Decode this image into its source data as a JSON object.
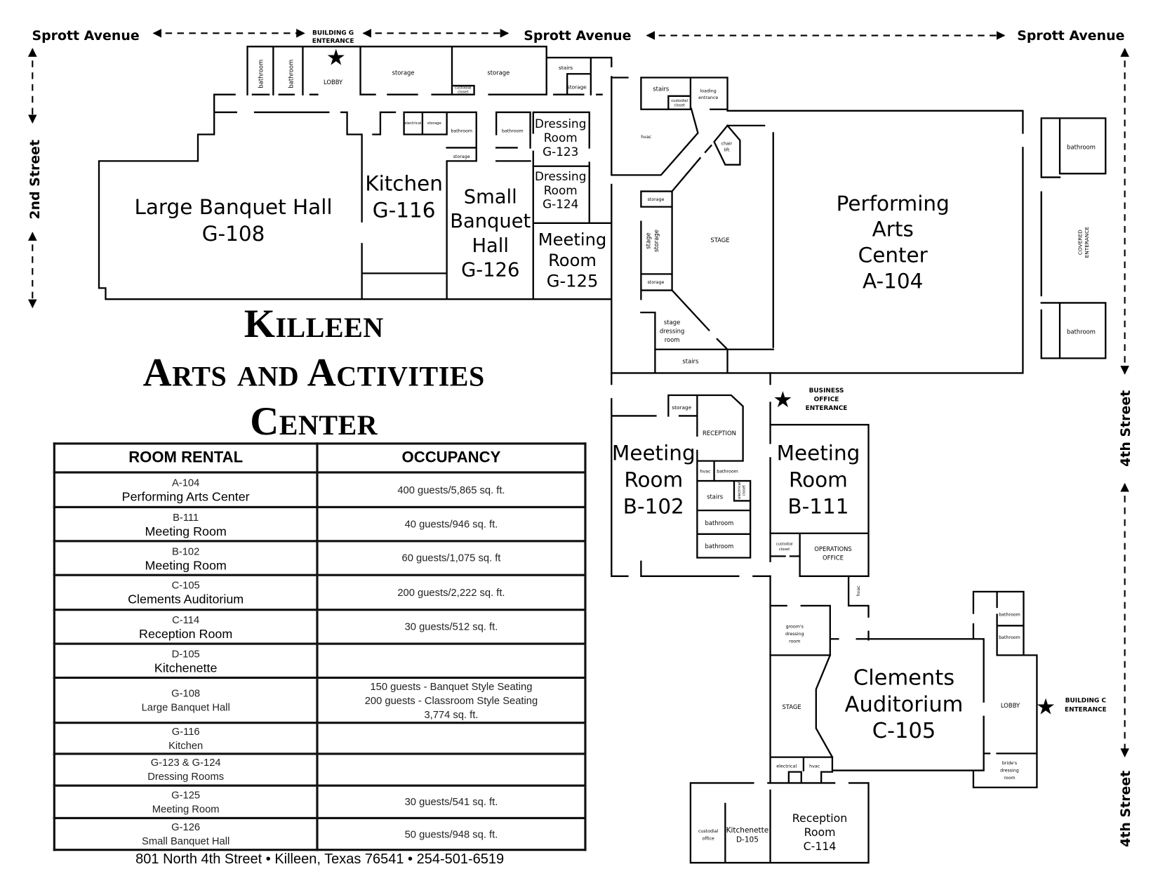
{
  "streets": {
    "top_left": "Sprott Avenue",
    "top_center": "Sprott Avenue",
    "top_right": "Sprott Avenue",
    "left": "2nd Street",
    "right_upper": "4th Street",
    "right_lower": "4th Street"
  },
  "entrances": {
    "building_g": [
      "BUILDING G",
      "ENTERANCE"
    ],
    "business_office": [
      "BUSINESS",
      "OFFICE",
      "ENTERANCE"
    ],
    "building_c": [
      "BUILDING C",
      "ENTERANCE"
    ],
    "icon": "star-icon"
  },
  "title": {
    "line1": "Killeen",
    "line2": "Arts and Activities",
    "line3": "Center"
  },
  "rooms": [
    {
      "lines": [
        "Large Banquet Hall",
        "G-108"
      ]
    },
    {
      "lines": [
        "Kitchen",
        "G-116"
      ]
    },
    {
      "lines": [
        "Small",
        "Banquet",
        "Hall",
        "G-126"
      ]
    },
    {
      "lines": [
        "Dressing",
        "Room",
        "G-123"
      ]
    },
    {
      "lines": [
        "Dressing",
        "Room",
        "G-124"
      ]
    },
    {
      "lines": [
        "Meeting",
        "Room",
        "G-125"
      ]
    },
    {
      "lines": [
        "Performing",
        "Arts",
        "Center",
        "A-104"
      ]
    },
    {
      "lines": [
        "Meeting",
        "Room",
        "B-102"
      ]
    },
    {
      "lines": [
        "Meeting",
        "Room",
        "B-111"
      ]
    },
    {
      "lines": [
        "Clements",
        "Auditorium",
        "C-105"
      ]
    },
    {
      "lines": [
        "Reception",
        "Room",
        "C-114"
      ]
    },
    {
      "lines": [
        "Kitchenette",
        "D-105"
      ]
    }
  ],
  "labels": [
    {
      "lines": [
        "bathroom"
      ]
    },
    {
      "lines": [
        "bathroom"
      ]
    },
    {
      "lines": [
        "LOBBY"
      ]
    },
    {
      "lines": [
        "storage"
      ]
    },
    {
      "lines": [
        "storage"
      ]
    },
    {
      "lines": [
        "custodial",
        "closet"
      ]
    },
    {
      "lines": [
        "stairs"
      ]
    },
    {
      "lines": [
        "storage"
      ]
    },
    {
      "lines": [
        "electrical"
      ]
    },
    {
      "lines": [
        "storage"
      ]
    },
    {
      "lines": [
        "bathroom"
      ]
    },
    {
      "lines": [
        "storage"
      ]
    },
    {
      "lines": [
        "bathroom"
      ]
    },
    {
      "lines": [
        "stairs"
      ]
    },
    {
      "lines": [
        "loading",
        "entrance"
      ]
    },
    {
      "lines": [
        "custodial",
        "closet"
      ]
    },
    {
      "lines": [
        "hvac"
      ]
    },
    {
      "lines": [
        "chair",
        "lift"
      ]
    },
    {
      "lines": [
        "storage"
      ]
    },
    {
      "lines": [
        "stage",
        "storage"
      ]
    },
    {
      "lines": [
        "STAGE"
      ]
    },
    {
      "lines": [
        "storage"
      ]
    },
    {
      "lines": [
        "stage",
        "dressing",
        "room"
      ]
    },
    {
      "lines": [
        "stairs"
      ]
    },
    {
      "lines": [
        "bathroom"
      ]
    },
    {
      "lines": [
        "COVERED",
        "ENTERANCE"
      ]
    },
    {
      "lines": [
        "bathroom"
      ]
    },
    {
      "lines": [
        "storage"
      ]
    },
    {
      "lines": [
        "RECEPTION"
      ]
    },
    {
      "lines": [
        "hvac"
      ]
    },
    {
      "lines": [
        "bathroom"
      ]
    },
    {
      "lines": [
        "stairs"
      ]
    },
    {
      "lines": [
        "electrical",
        "closet"
      ]
    },
    {
      "lines": [
        "bathroom"
      ]
    },
    {
      "lines": [
        "bathroom"
      ]
    },
    {
      "lines": [
        "custodial",
        "closet"
      ]
    },
    {
      "lines": [
        "OPERATIONS",
        "OFFICE"
      ]
    },
    {
      "lines": [
        "hvac"
      ]
    },
    {
      "lines": [
        "groom's",
        "dressing",
        "room"
      ]
    },
    {
      "lines": [
        "STAGE"
      ]
    },
    {
      "lines": [
        "electrical"
      ]
    },
    {
      "lines": [
        "hvac"
      ]
    },
    {
      "lines": [
        "bathroom"
      ]
    },
    {
      "lines": [
        "bathroom"
      ]
    },
    {
      "lines": [
        "LOBBY"
      ]
    },
    {
      "lines": [
        "bride's",
        "dressing",
        "room"
      ]
    },
    {
      "lines": [
        "custodial",
        "office"
      ]
    }
  ],
  "table": {
    "headers": [
      "ROOM RENTAL",
      "OCCUPANCY"
    ],
    "rows": [
      {
        "room": [
          "A-104",
          "Performing Arts Center"
        ],
        "occupancy": [
          "400 guests/5,865 sq. ft."
        ]
      },
      {
        "room": [
          "B-111",
          "Meeting Room"
        ],
        "occupancy": [
          "40 guests/946 sq. ft."
        ]
      },
      {
        "room": [
          "B-102",
          "Meeting Room"
        ],
        "occupancy": [
          "60 guests/1,075 sq. ft"
        ]
      },
      {
        "room": [
          "C-105",
          "Clements Auditorium"
        ],
        "occupancy": [
          "200 guests/2,222 sq. ft."
        ]
      },
      {
        "room": [
          "C-114",
          "Reception Room"
        ],
        "occupancy": [
          "30 guests/512 sq. ft."
        ]
      },
      {
        "room": [
          "D-105",
          "Kitchenette"
        ],
        "occupancy": []
      },
      {
        "room": [
          "G-108",
          "Large Banquet Hall"
        ],
        "occupancy": [
          "150 guests - Banquet Style Seating",
          "200 guests - Classroom Style Seating",
          "3,774 sq. ft."
        ]
      },
      {
        "room": [
          "G-116",
          "Kitchen"
        ],
        "occupancy": []
      },
      {
        "room": [
          "G-123 & G-124",
          "Dressing Rooms"
        ],
        "occupancy": []
      },
      {
        "room": [
          "G-125",
          "Meeting Room"
        ],
        "occupancy": [
          "30 guests/541 sq. ft."
        ]
      },
      {
        "room": [
          "G-126",
          "Small Banquet Hall"
        ],
        "occupancy": [
          "50 guests/948 sq. ft."
        ]
      }
    ]
  },
  "address": "801 North 4th Street • Killeen, Texas 76541 • 254-501-6519"
}
